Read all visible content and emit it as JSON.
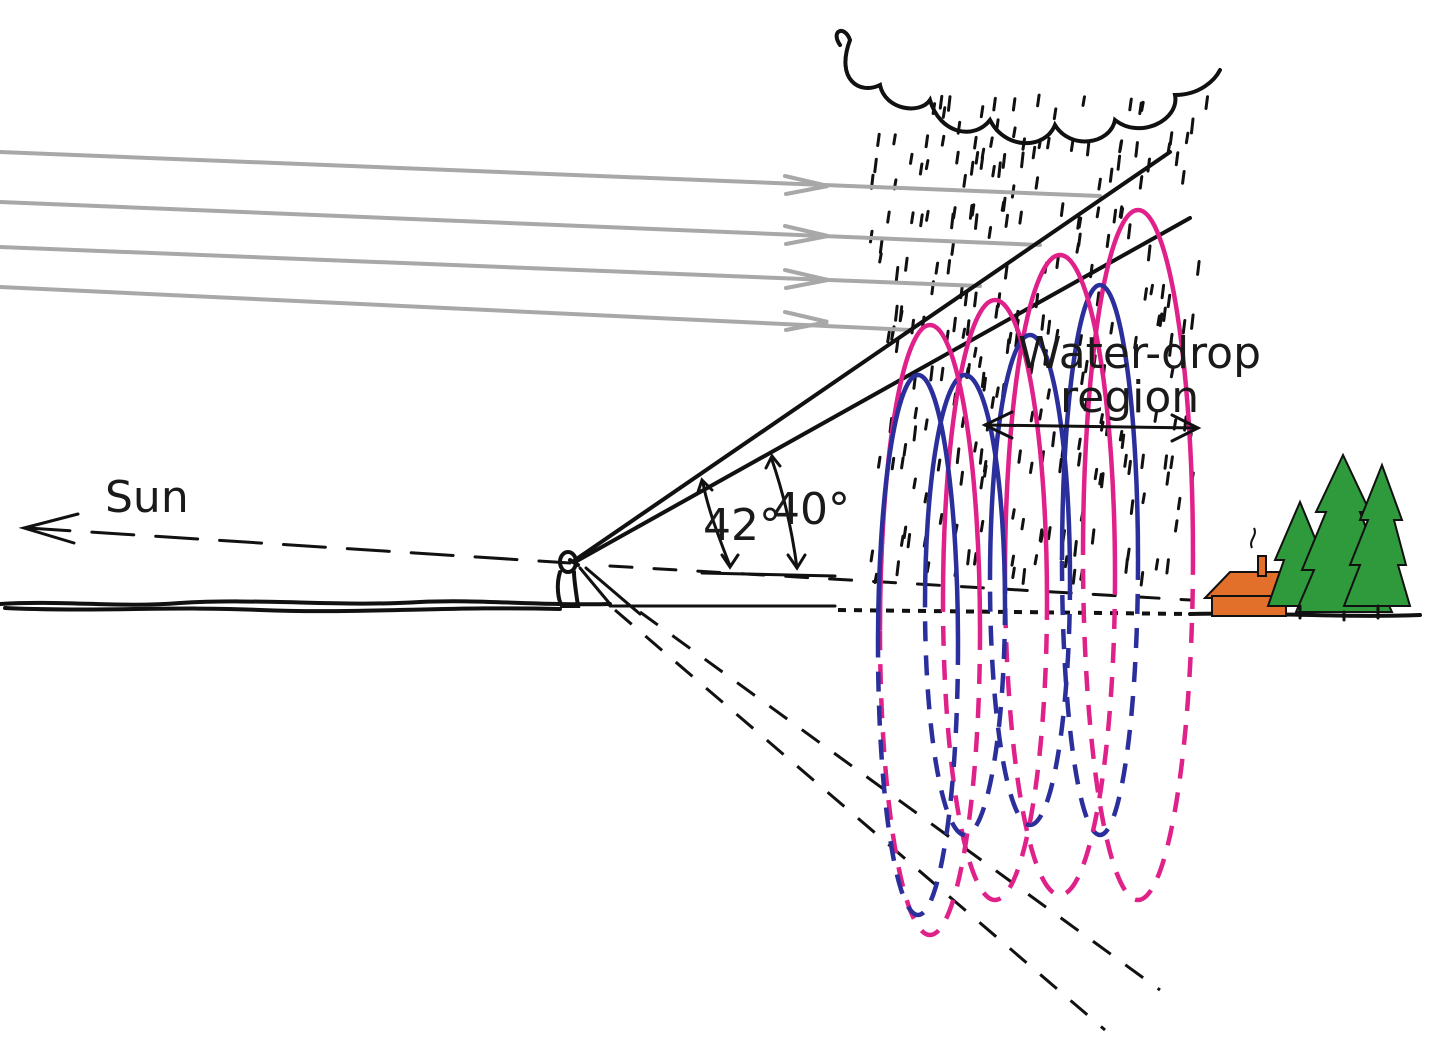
{
  "labels": {
    "sun": "Sun",
    "angle_red": "42°",
    "angle_violet": "40°",
    "region_line1": "Water-drop",
    "region_line2": "region"
  },
  "colors": {
    "red_band": "#e0218a",
    "violet_band": "#2b2f9c",
    "sun_rays": "#a8a8a8",
    "ink": "#111111",
    "house": "#e2702a",
    "trees": "#2f9a3c"
  },
  "angles_deg": {
    "red": 42,
    "violet": 40
  }
}
